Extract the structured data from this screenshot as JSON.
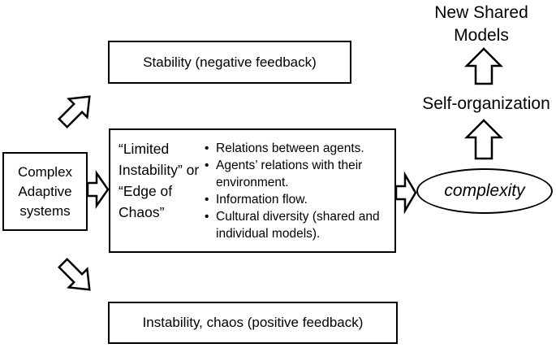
{
  "diagram": {
    "bullet_char": "•",
    "left_box": {
      "text": "Complex\nAdaptive\nsystems"
    },
    "top_box": {
      "text": "Stability (negative feedback)"
    },
    "middle_box": {
      "title": "“Limited Instability” or “Edge of Chaos”",
      "bullets": [
        "Relations between agents.",
        "Agents’ relations with their environment.",
        "Information flow.",
        "Cultural diversity (shared and individual models)."
      ]
    },
    "bottom_box": {
      "text": "Instability, chaos (positive feedback)"
    },
    "ellipse": {
      "text": "complexity"
    },
    "labels": {
      "new_shared_models": "New Shared\nModels",
      "self_organization": "Self-organization"
    },
    "colors": {
      "stroke": "#000000",
      "background": "#ffffff"
    }
  }
}
